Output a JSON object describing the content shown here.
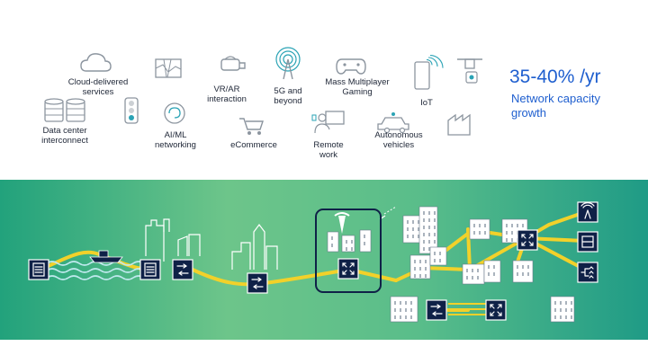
{
  "use_cases": [
    {
      "id": "cloud-delivered-services",
      "label": "Cloud-delivered\nservices",
      "icon": "cloud-icon"
    },
    {
      "id": "data-center-interconnect",
      "label": "Data center\ninterconnect",
      "icon": "data-center-icon"
    },
    {
      "id": "map",
      "label": "",
      "icon": "map-icon"
    },
    {
      "id": "traffic-light",
      "label": "",
      "icon": "traffic-light-icon"
    },
    {
      "id": "ai-ml-networking",
      "label": "AI/ML\nnetworking",
      "icon": "brain-icon"
    },
    {
      "id": "vr-ar-interaction",
      "label": "VR/AR\ninteraction",
      "icon": "vr-headset-icon"
    },
    {
      "id": "ecommerce",
      "label": "eCommerce",
      "icon": "shopping-cart-icon"
    },
    {
      "id": "5g-and-beyond",
      "label": "5G and\nbeyond",
      "icon": "antenna-icon"
    },
    {
      "id": "mass-multiplayer-gaming",
      "label": "Mass Multiplayer\nGaming",
      "icon": "gamepad-icon"
    },
    {
      "id": "remote-work",
      "label": "Remote\nwork",
      "icon": "remote-worker-icon"
    },
    {
      "id": "autonomous-vehicles",
      "label": "Autonomous\nvehicles",
      "icon": "car-icon"
    },
    {
      "id": "iot",
      "label": "IoT",
      "icon": "smartphone-signal-icon"
    },
    {
      "id": "drone",
      "label": "",
      "icon": "drone-icon"
    },
    {
      "id": "factory",
      "label": "",
      "icon": "factory-icon"
    }
  ],
  "headline": {
    "value": "35-40% /yr",
    "caption": "Network capacity\ngrowth"
  },
  "colors": {
    "accent_blue": "#1f5fcf",
    "label_text": "#222a3a",
    "icon_gray": "#8c959f",
    "teal": "#2aa3b5",
    "band_green": "#7cc98d",
    "band_teal": "#23a47f",
    "link_yellow": "#f2d12a",
    "node_navy": "#0f2147",
    "water": "#bfe9ee",
    "line_white": "#ffffff"
  },
  "network": {
    "nodes": [
      {
        "id": "subsea-terminal-left",
        "icon": "terminal-equipment-icon"
      },
      {
        "id": "subsea-terminal-right",
        "icon": "terminal-equipment-icon"
      },
      {
        "id": "optical-switch-coast",
        "icon": "optical-switch-icon"
      },
      {
        "id": "optical-switch-metro",
        "icon": "optical-switch-icon"
      },
      {
        "id": "core-router-city",
        "icon": "router-cross-icon"
      },
      {
        "id": "edge-router-campus",
        "icon": "router-cross-icon"
      },
      {
        "id": "access-switch",
        "icon": "optical-switch-icon"
      },
      {
        "id": "access-router",
        "icon": "router-cross-icon"
      },
      {
        "id": "cell-site",
        "icon": "antenna-icon"
      },
      {
        "id": "edge-server",
        "icon": "server-icon"
      },
      {
        "id": "home-network",
        "icon": "home-network-icon"
      }
    ]
  }
}
